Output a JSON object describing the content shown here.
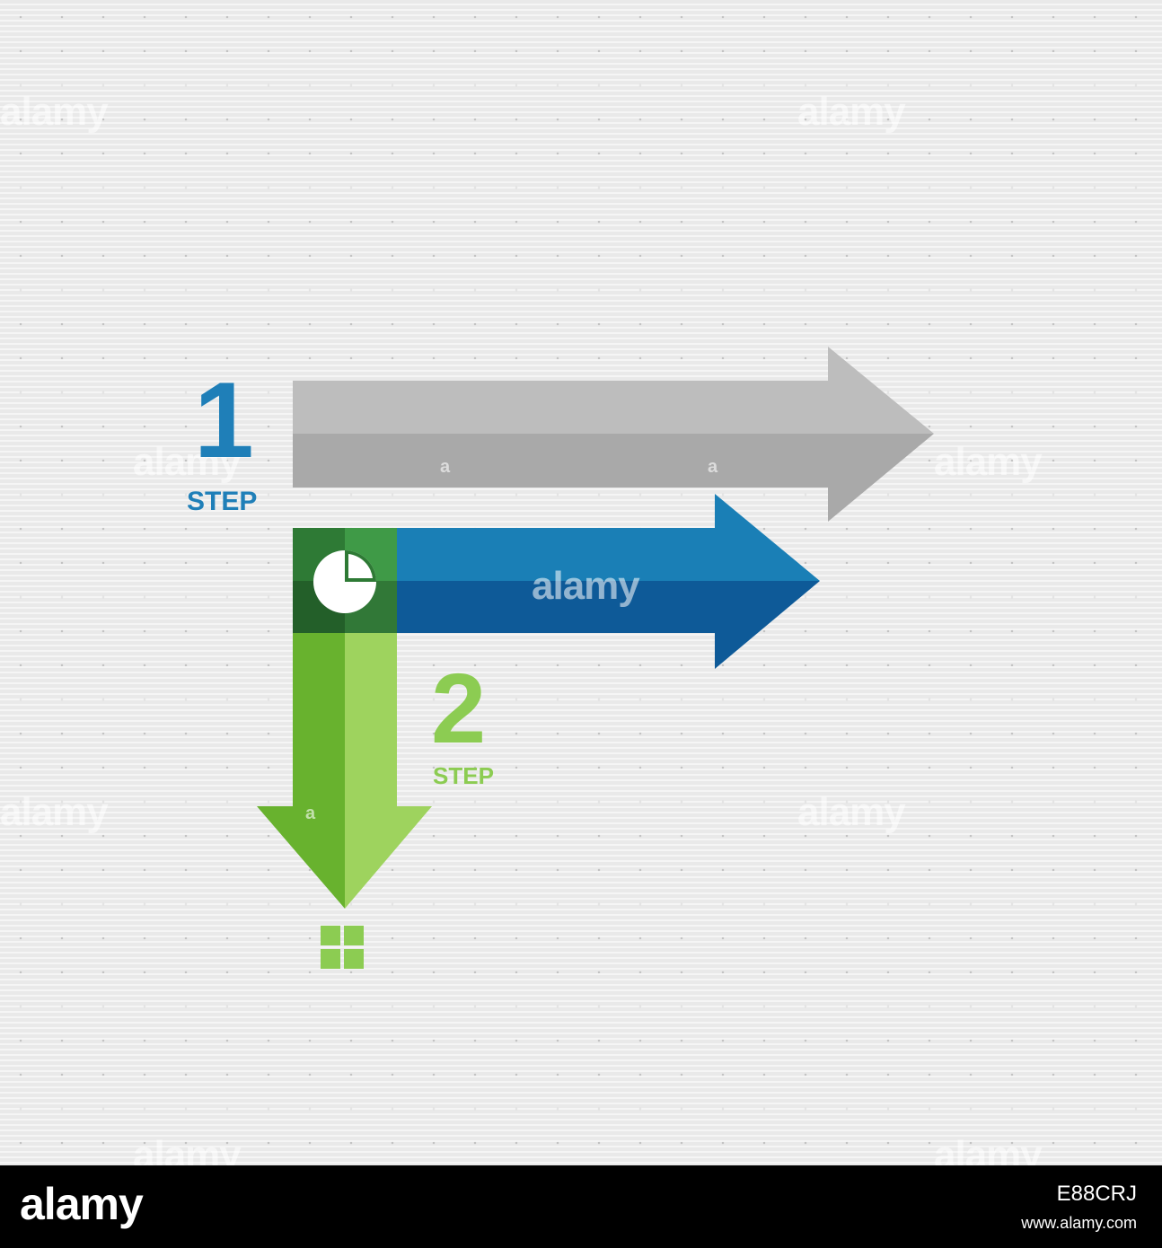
{
  "steps": [
    {
      "number": "1",
      "label": "STEP",
      "color": "#1f7fb8"
    },
    {
      "number": "2",
      "label": "STEP",
      "color": "#8ccc52"
    }
  ],
  "arrows": {
    "gray": {
      "color_top": "#bdbdbd",
      "color_bottom": "#a9a9a9"
    },
    "blue": {
      "color_top": "#1a7fb6",
      "color_bottom": "#0e5a98"
    },
    "green": {
      "color_left": "#68b22e",
      "color_right": "#9ed35e"
    },
    "corner": {
      "color_left": "#2e7a35",
      "color_right": "#3f9a47"
    }
  },
  "icons": {
    "corner": "pie-chart-icon",
    "bottom": "grid-icon"
  },
  "watermark": "alamy",
  "footer": {
    "logo": "alamy",
    "image_code": "E88CRJ",
    "url": "www.alamy.com"
  }
}
